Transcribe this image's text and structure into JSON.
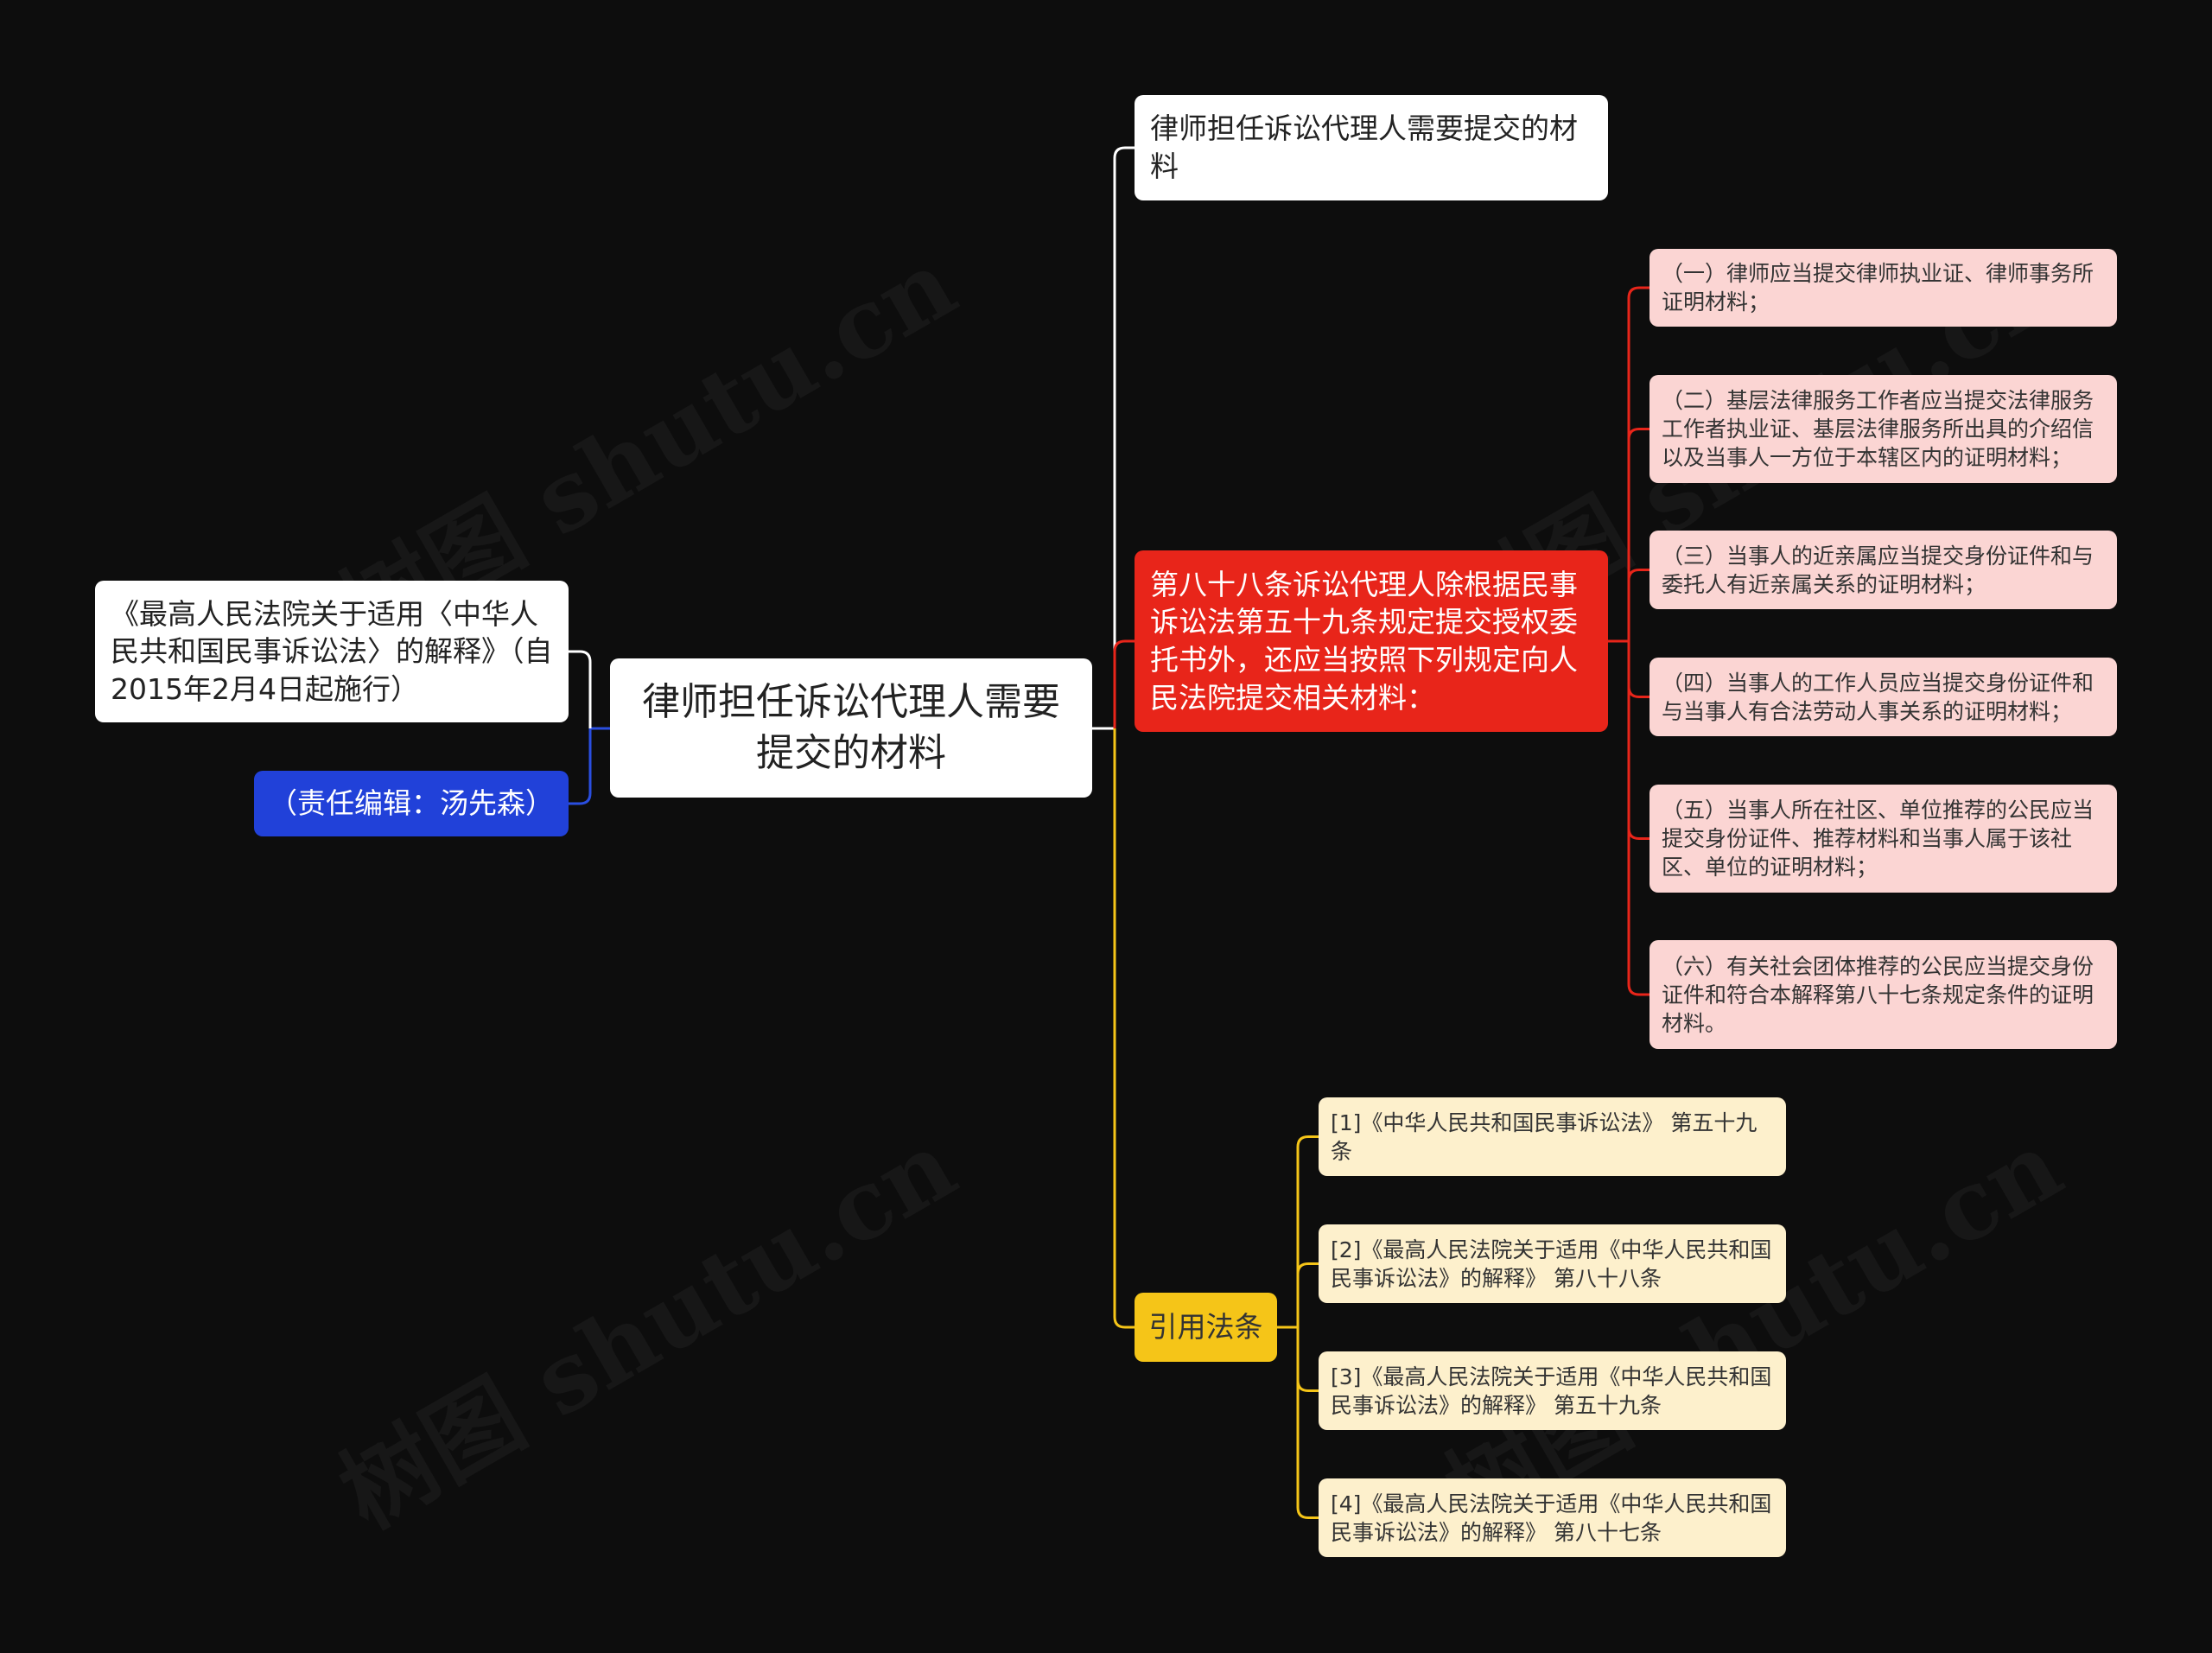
{
  "colors": {
    "background": "#0d0d0d",
    "root": "#ffffff",
    "editor_badge": "#2141d9",
    "article_node": "#e8251a",
    "item_nodes": "#fbd5d3",
    "refs_label": "#f5c518",
    "ref_nodes": "#fdf0cc",
    "line_white": "#ffffff",
    "line_blue": "#2a4ee0",
    "line_red": "#e8251a",
    "line_yellow": "#f5c518"
  },
  "watermark": "树图 shutu.cn",
  "root": {
    "label": "律师担任诉讼代理人需要提交的材料"
  },
  "left": {
    "source": "《最高人民法院关于适用〈中华人民共和国民事诉讼法〉的解释》（自2015年2月4日起施行）",
    "editor": "（责任编辑：汤先森）"
  },
  "right": {
    "title_node": "律师担任诉讼代理人需要提交的材料",
    "article": {
      "label": "第八十八条诉讼代理人除根据民事诉讼法第五十九条规定提交授权委托书外，还应当按照下列规定向人民法院提交相关材料：",
      "items": [
        "（一）律师应当提交律师执业证、律师事务所证明材料；",
        "（二）基层法律服务工作者应当提交法律服务工作者执业证、基层法律服务所出具的介绍信以及当事人一方位于本辖区内的证明材料；",
        "（三）当事人的近亲属应当提交身份证件和与委托人有近亲属关系的证明材料；",
        "（四）当事人的工作人员应当提交身份证件和与当事人有合法劳动人事关系的证明材料；",
        "（五）当事人所在社区、单位推荐的公民应当提交身份证件、推荐材料和当事人属于该社区、单位的证明材料；",
        "（六）有关社会团体推荐的公民应当提交身份证件和符合本解释第八十七条规定条件的证明材料。"
      ]
    },
    "refs": {
      "label": "引用法条",
      "items": [
        "[1]《中华人民共和国民事诉讼法》 第五十九条",
        "[2]《最高人民法院关于适用《中华人民共和国民事诉讼法》的解释》 第八十八条",
        "[3]《最高人民法院关于适用《中华人民共和国民事诉讼法》的解释》 第五十九条",
        "[4]《最高人民法院关于适用《中华人民共和国民事诉讼法》的解释》 第八十七条"
      ]
    }
  }
}
